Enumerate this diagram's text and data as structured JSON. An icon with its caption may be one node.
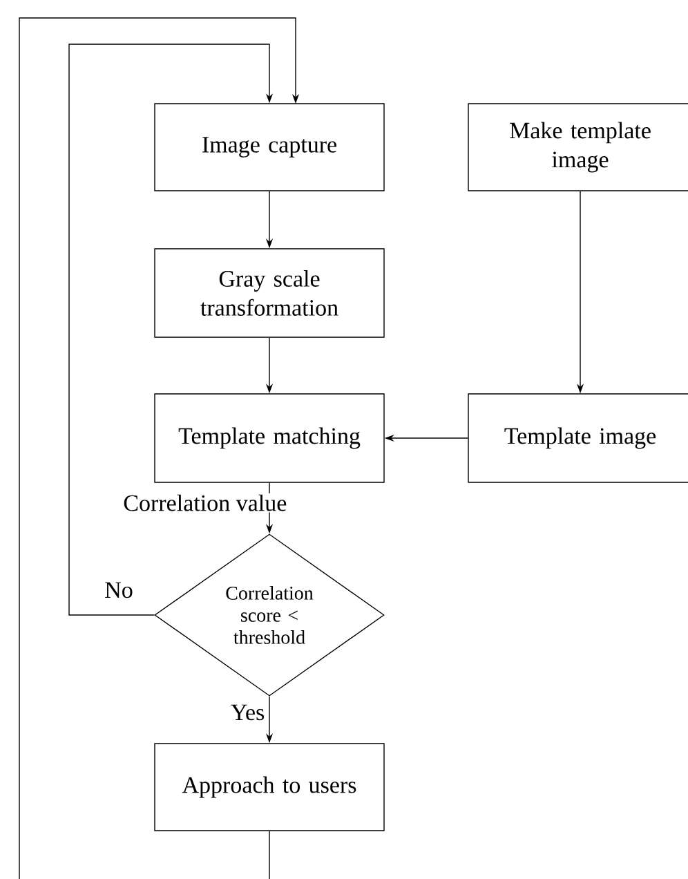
{
  "diagram": {
    "nodes": [
      {
        "text": [
          "Image capture"
        ]
      },
      {
        "text": [
          "Make template image"
        ]
      },
      {
        "text": [
          "Gray scale transformation"
        ]
      },
      {
        "text": [
          "Template matching"
        ]
      },
      {
        "text": [
          "Template image"
        ]
      },
      {
        "text": [
          "Correlation score < threshold"
        ]
      },
      {
        "text": [
          "Approach to users"
        ]
      }
    ],
    "edges": [
      {
        "from": 0,
        "to": 2,
        "arrow": "to"
      },
      {
        "from": 2,
        "to": 3,
        "arrow": "to"
      },
      {
        "from": 1,
        "to": 4,
        "arrow": "to"
      },
      {
        "from": 4,
        "to": 3,
        "arrow": "to"
      },
      {
        "from": 3,
        "to": 5,
        "arrow": "to",
        "label": "Correlation value"
      },
      {
        "from": 5,
        "to": 0,
        "arrow": "to",
        "label": "No"
      },
      {
        "from": 5,
        "to": 6,
        "arrow": "to",
        "label": "Yes"
      },
      {
        "from": 6,
        "to": 0,
        "arrow": "to"
      }
    ]
  }
}
